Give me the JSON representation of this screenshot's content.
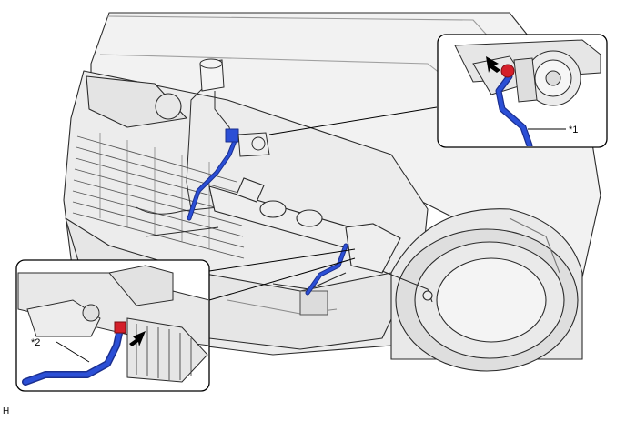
{
  "figure": {
    "view_code": "H",
    "callouts": [
      {
        "id": "c1",
        "label": "*1",
        "part": "pressure-feed-tube-pump-end"
      },
      {
        "id": "c2",
        "label": "*2",
        "part": "pressure-feed-tube-gear-end"
      }
    ],
    "colors": {
      "tube": "#2b4fd6",
      "tube_dark": "#1b2f8f",
      "fitting": "#d41f2a",
      "outline": "#2a2a2a",
      "body_fill": "#f0f0f0",
      "shade": "#d8d8d8"
    }
  }
}
